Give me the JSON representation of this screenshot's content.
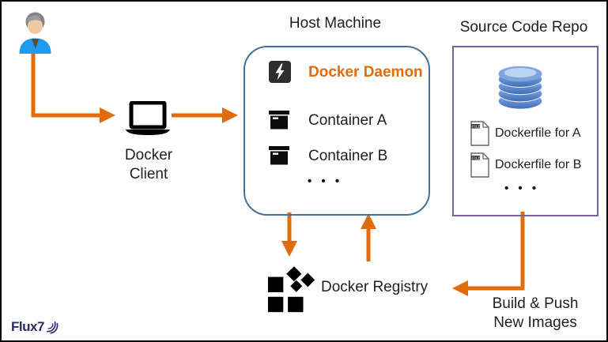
{
  "client": {
    "label": "Docker\nClient"
  },
  "host": {
    "title": "Host Machine",
    "daemon_label": "Docker Daemon",
    "container_a_label": "Container A",
    "container_b_label": "Container B",
    "ellipsis": "• • •"
  },
  "repo": {
    "title": "Source Code Repo",
    "file_a_label": "Dockerfile for A",
    "file_b_label": "Dockerfile for B",
    "file_badge": "FILE",
    "ellipsis": "• • •"
  },
  "registry": {
    "label": "Docker Registry"
  },
  "build_push": {
    "label": "Build & Push\nNew Images"
  },
  "logo": {
    "text": "Flux7"
  },
  "colors": {
    "arrow": "#E36C0A",
    "host_border": "#41719C",
    "repo_border": "#7D60A2",
    "daemon_text": "#E36C0A",
    "database_blue": "#4A7CC4",
    "logo_navy": "#252B63"
  }
}
